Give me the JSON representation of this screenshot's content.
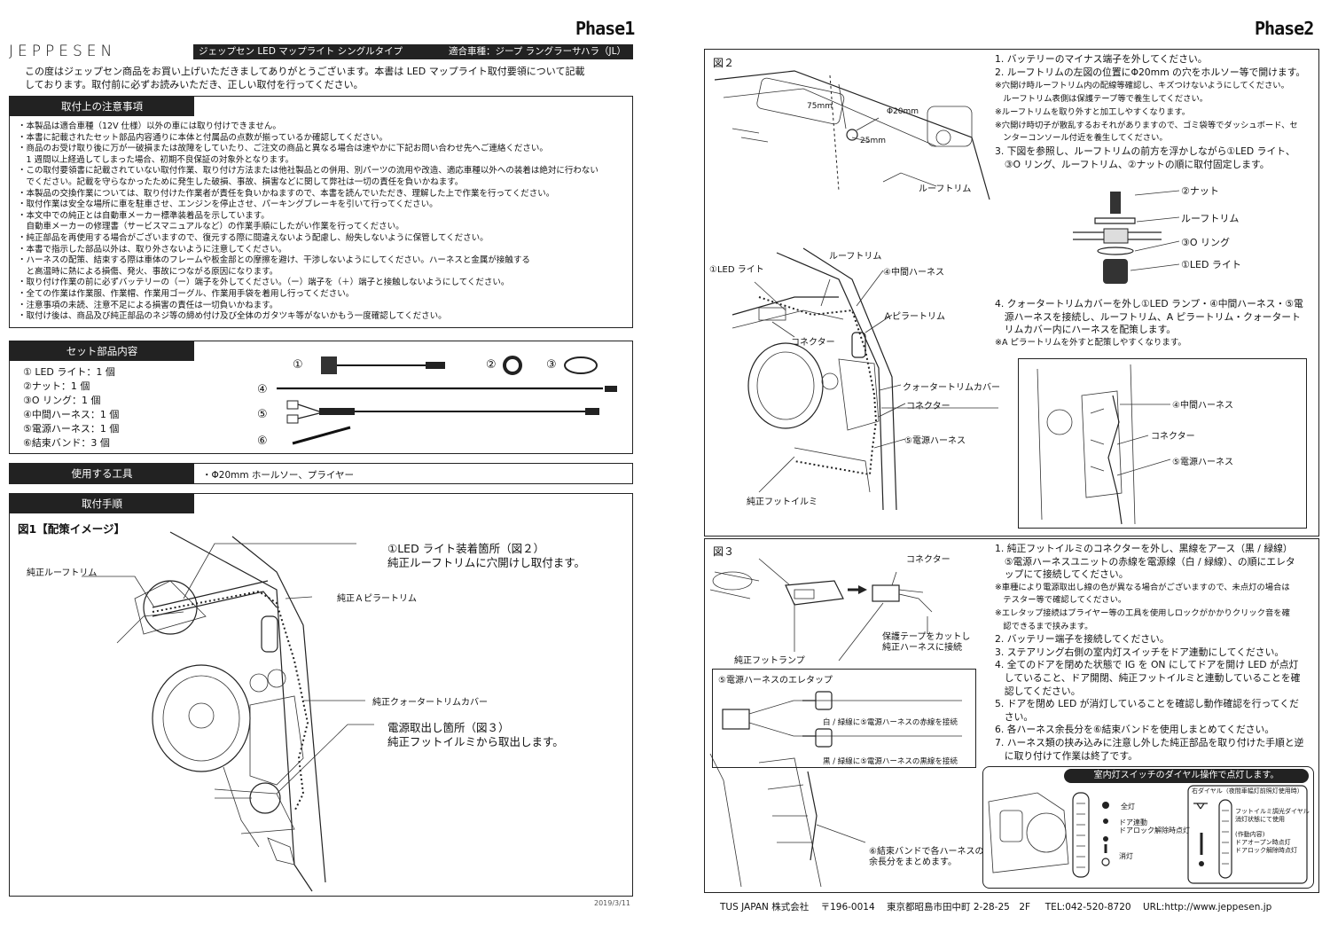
{
  "left": {
    "phase": "Phase1",
    "brand": "JEPPESEN",
    "product_title": "ジェップセン LED マップライト シングルタイプ",
    "vehicle": "適合車種：ジープ ラングラーサハラ（JL）",
    "intro": [
      "この度はジェップセン商品をお買い上げいただきましてありがとうございます。本書は LED マップライト取付要領について記載",
      "しております。取付前に必ずお読みいただき、正しい取付を行ってください。"
    ],
    "cautions_title": "取付上の注意事項",
    "cautions": [
      "・本製品は適合車種（12V 仕様）以外の車には取り付けできません。",
      "・本書に記載されたセット部品内容通りに本体と付属品の点数が揃っているか確認してください。",
      "・商品のお受け取り後に万が一破損または故障をしていたり、ご注文の商品と異なる場合は速やかに下記お問い合わせ先へご連絡ください。",
      "　1 週間以上経過してしまった場合、初期不良保証の対象外となります。",
      "・この取付要領書に記載されていない取付作業、取り付け方法または他社製品との併用、別パーツの流用や改造、適応車種以外への装着は絶対に行わない",
      "　でください。記載を守らなかったために発生した破損、事故、損害などに関して弊社は一切の責任を負いかねます。",
      "・本製品の交換作業については、取り付けた作業者が責任を負いかねますので、本書を読んでいただき、理解した上で作業を行ってください。",
      "・取付作業は安全な場所に車を駐車させ、エンジンを停止させ、パーキングブレーキを引いて行ってください。",
      "・本文中での純正とは自動車メーカー標準装着品を示しています。",
      "　自動車メーカーの修理書（サービスマニュアルなど）の作業手順にしたがい作業を行ってください。",
      "・純正部品を再使用する場合がございますので、復元する際に間違えないよう配慮し、紛失しないように保管してください。",
      "・本書で指示した部品以外は、取り外さないように注意してください。",
      "・ハーネスの配策、結束する際は車体のフレームや板金部との摩擦を避け、干渉しないようにしてください。ハーネスと金属が接触する",
      "　と高温時に熱による損傷、発火、事故につながる原因になります。",
      "・取り付け作業の前に必ずバッテリーの（ー）端子を外してください。（ー）端子を（＋）端子と接触しないようにしてください。",
      "・全ての作業は作業服、作業帽、作業用ゴーグル、作業用手袋を着用し行ってください。",
      "・注意事項の未読、注意不足による損害の責任は一切負いかねます。",
      "・取付け後は、商品及び純正部品のネジ等の締め付け及び全体のガタツキ等がないかもう一度確認してください。"
    ],
    "parts_title": "セット部品内容",
    "parts": [
      "① LED ライト：1 個",
      "②ナット：1 個",
      "③O リング：1 個",
      "④中間ハーネス：1 個",
      "⑤電源ハーネス：1 個",
      "⑥結束バンド：3 個"
    ],
    "parts_markers": [
      "①",
      "②",
      "③",
      "④",
      "⑤",
      "⑥"
    ],
    "tools_title": "使用する工具",
    "tools": "・Φ20mm ホールソー、プライヤー",
    "procedure_title": "取付手順",
    "fig1_title": "図1【配策イメージ】",
    "fig1_labels": {
      "roof_trim": "純正ルーフトリム",
      "led_loc": "①LED ライト装着箇所（図２）",
      "led_loc2": "純正ルーフトリムに穴開けし取付ます。",
      "a_pillar": "純正Ａピラートリム",
      "quarter": "純正クォータートリムカバー",
      "power_loc": "電源取出し箇所（図３）",
      "power_loc2": "純正フットイルミから取出します。"
    },
    "date": "2019/3/11"
  },
  "right": {
    "phase": "Phase2",
    "fig2_title": "図２",
    "fig2_labels": {
      "d75": "75mm",
      "phi20": "Φ20mm",
      "d25": "25mm",
      "roof_trim": "ルーフトリム",
      "nut": "②ナット",
      "roof_trim2": "ルーフトリム",
      "oring": "③O リング",
      "led": "①LED ライト",
      "roof_trim3": "ルーフトリム",
      "led_light": "①LED ライト",
      "mid_harness": "④中間ハーネス",
      "a_pillar": "Ａピラートリム",
      "connector": "コネクター",
      "quarter": "クォータートリムカバー",
      "connector2": "コネクター",
      "power": "⑤電源ハーネス",
      "foot": "純正フットイルミ",
      "mid_harness2": "④中間ハーネス",
      "connector3": "コネクター",
      "power2": "⑤電源ハーネス"
    },
    "fig2_steps": [
      "1. バッテリーのマイナス端子を外してください。",
      "2. ルーフトリムの左図の位置にΦ20mm の穴をホルソー等で開けます。",
      "※穴開け時ルーフトリム内の配線等確認し、キズつけないようにしてください。",
      "　ルーフトリム表側は保護テープ等で養生してください。",
      "※ルーフトリムを取り外すと加工しやすくなります。",
      "※穴開け時切子が散乱するおそれがありますので、ゴミ袋等でダッシュボード、セ",
      "　ンターコンソール付近を養生してください。",
      "3. 下図を参照し、ルーフトリムの前方を浮かしながら①LED ライト、",
      "　③O リング、ルーフトリム、②ナットの順に取付固定します。"
    ],
    "fig2_step4": [
      "4. クォータートリムカバーを外し①LED ランプ・④中間ハーネス・⑤電",
      "　源ハーネスを接続し、ルーフトリム、A ピラートリム・クォータート",
      "　リムカバー内にハーネスを配策します。",
      "※A ピラートリムを外すと配策しやすくなります。"
    ],
    "fig3_title": "図３",
    "fig3_labels": {
      "connector": "コネクター",
      "tape1": "保護テープをカットし",
      "tape2": "純正ハーネスに接続",
      "foot_lamp": "純正フットランプ",
      "eletap": "⑤電源ハーネスのエレタップ",
      "white_green": "白 / 緑線に⑤電源ハーネスの赤線を接続",
      "black_green": "黒 / 緑線に⑤電源ハーネスの黒線を接続",
      "band1": "⑥結束バンドで各ハーネスの",
      "band2": "余長分をまとめます。"
    },
    "fig3_steps": [
      "1. 純正フットイルミのコネクターを外し、黒線をアース（黒 / 緑線）",
      "　⑤電源ハーネスユニットの赤線を電源線（白 / 緑線）、の順にエレタ",
      "　ップにて接続してください。",
      "※車種により電源取出し線の色が異なる場合がございますので、未点灯の場合は",
      "　テスター等で確認してください。",
      "※エレタップ接続はプライヤー等の工具を使用しロックがかかりクリック音を確",
      "　認できるまで挟みます。",
      "2. バッテリー端子を接続してください。",
      "3. ステアリング右側の室内灯スイッチをドア連動にしてください。",
      "4. 全てのドアを閉めた状態で IG を ON にしてドアを開け LED が点灯",
      "　していること、ドア開閉、純正フットイルミと連動していることを確",
      "　認してください。",
      "5. ドアを閉め LED が消灯していることを確認し動作確認を行ってくだ",
      "　さい。",
      "6. 各ハーネス余長分を⑥結束バンドを使用しまとめてください。",
      "7. ハーネス類の挟み込みに注意し外した純正部品を取り付けた手順と逆",
      "　に取り付けて作業は終了です。"
    ],
    "switch": {
      "title": "室内灯スイッチのダイヤル操作で点灯します。",
      "on": "全灯",
      "door": "ドア連動",
      "door2": "ドアロック解除時点灯",
      "off": "消灯",
      "right_dial": "右ダイヤル（夜間車幅灯前照灯使用時）",
      "r1": "フットイルミ調光ダイヤル",
      "r2": "消灯状態にて使用",
      "r3": "(作動内容)",
      "r4": "ドアオープン時点灯",
      "r5": "ドアロック解除時点灯"
    },
    "footer": {
      "company": "TUS JAPAN 株式会社",
      "zip": "〒196-0014",
      "address": "東京都昭島市田中町 2-28-25　2F",
      "tel": "TEL:042-520-8720",
      "url": "URL:http://www.jeppesen.jp"
    }
  }
}
